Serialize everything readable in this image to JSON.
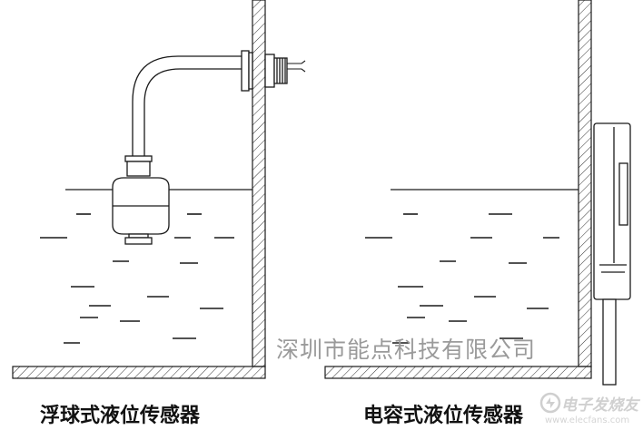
{
  "captions": {
    "float_sensor": "浮球式液位传感器",
    "capacitive_sensor": "电容式液位传感器"
  },
  "watermark": "深圳市能点科技有限公司",
  "logo": {
    "name": "电子发烧友",
    "url": "www.elecfans.com"
  },
  "colors": {
    "line": "#1a1a1a",
    "watermark": "#9a9a9a",
    "background": "#ffffff"
  }
}
